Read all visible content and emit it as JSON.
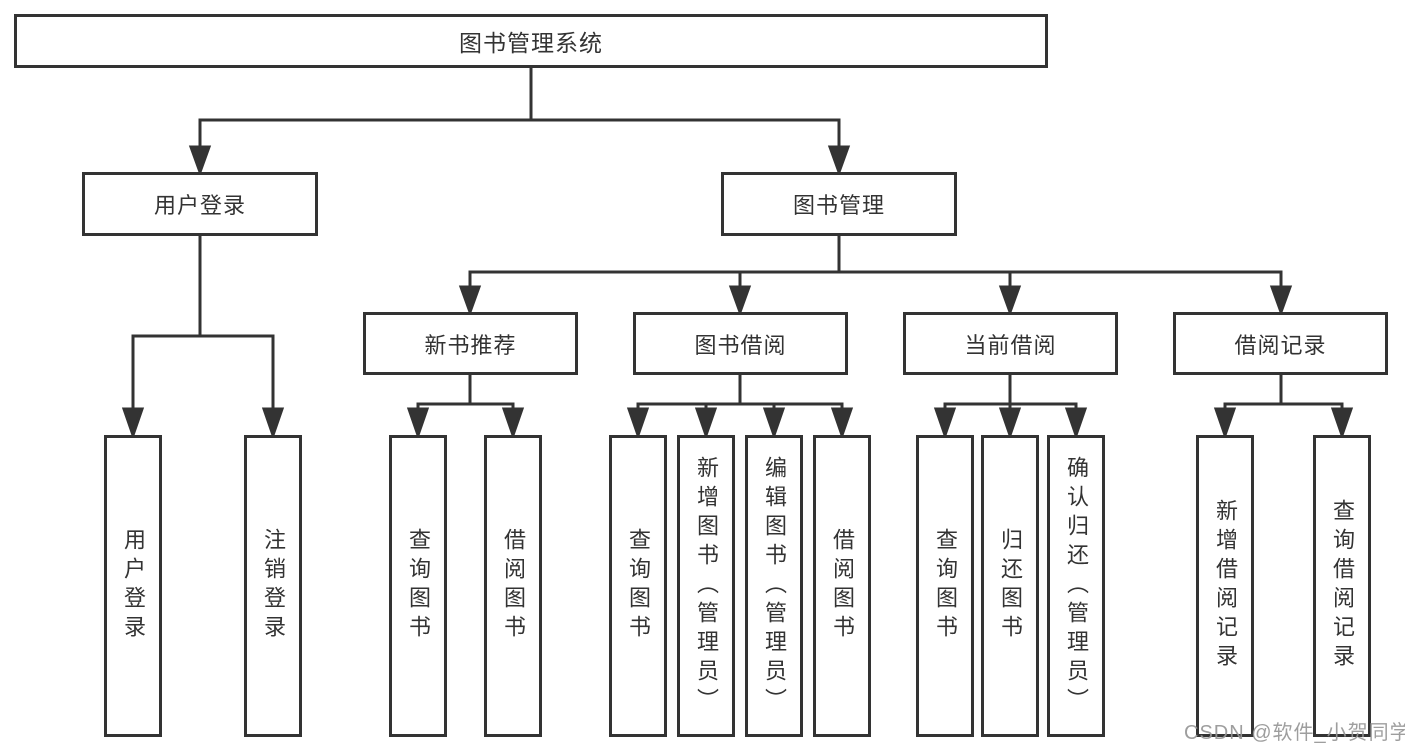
{
  "diagram": {
    "tree": {
      "label": "图书管理系统",
      "children": [
        {
          "label": "用户登录",
          "children": [
            {
              "label": "用户登录"
            },
            {
              "label": "注销登录"
            }
          ]
        },
        {
          "label": "图书管理",
          "children": [
            {
              "label": "新书推荐",
              "children": [
                {
                  "label": "查询图书"
                },
                {
                  "label": "借阅图书"
                }
              ]
            },
            {
              "label": "图书借阅",
              "children": [
                {
                  "label": "查询图书"
                },
                {
                  "label": "新增图书（管理员）"
                },
                {
                  "label": "编辑图书（管理员）"
                },
                {
                  "label": "借阅图书"
                }
              ]
            },
            {
              "label": "当前借阅",
              "children": [
                {
                  "label": "查询图书"
                },
                {
                  "label": "归还图书"
                },
                {
                  "label": "确认归还（管理员）"
                }
              ]
            },
            {
              "label": "借阅记录",
              "children": [
                {
                  "label": "新增借阅记录"
                },
                {
                  "label": "查询借阅记录"
                }
              ]
            }
          ]
        }
      ]
    }
  },
  "watermark": {
    "text": "CSDN @软件_小贺同学",
    "color": "#969696"
  },
  "colors": {
    "line": "#333333",
    "box_border": "#333333",
    "box_fill": "#ffffff",
    "text": "#333333",
    "background": "#ffffff"
  }
}
